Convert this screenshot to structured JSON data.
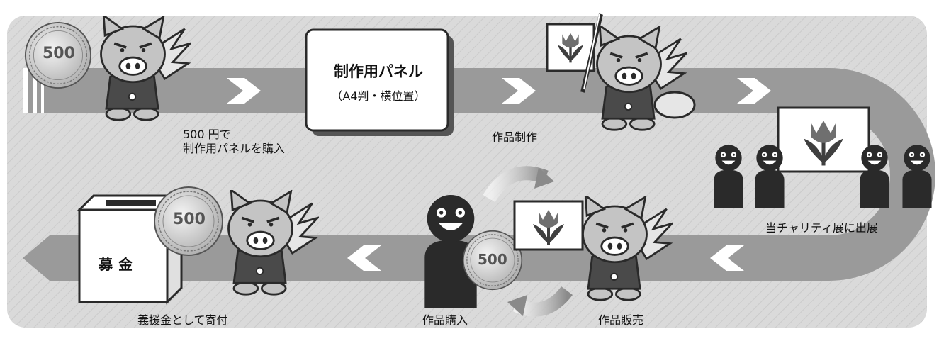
{
  "panel": {
    "title": "制作用パネル",
    "subtitle": "（A4判・横位置）"
  },
  "steps": {
    "buy_line1": "500 円で",
    "buy_line2": "制作用パネルを購入",
    "create": "作品制作",
    "exhibit": "当チャリティ展に出展",
    "sell": "作品販売",
    "purchase": "作品購入",
    "donate": "義援金として寄付"
  },
  "donation_box": {
    "label": "募金"
  },
  "coin": {
    "value": "500"
  },
  "colors": {
    "frame": "#d7d7d7",
    "road": "#9a9a9a",
    "arrow": "#ffffff",
    "dark": "#2a2a2a",
    "pig": "#c4c4c4",
    "tulip_red": "#6f6f6f",
    "leaf": "#3f3f3f"
  }
}
